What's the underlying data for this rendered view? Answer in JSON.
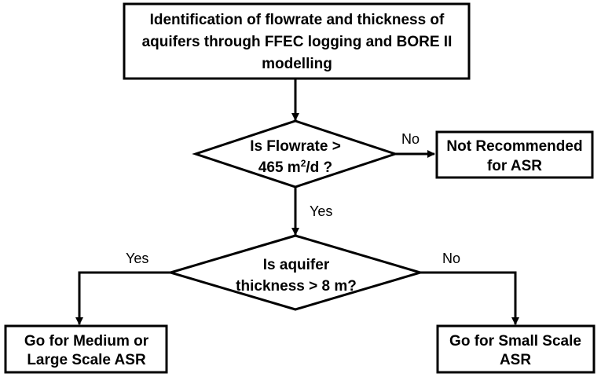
{
  "nodes": {
    "start": {
      "lines": [
        "Identification of flowrate and thickness of",
        "aquifers through FFEC logging and BORE II",
        "modelling"
      ]
    },
    "decision_flowrate": {
      "line1": "Is Flowrate >",
      "line2_prefix": "465 m",
      "line2_sup": "2",
      "line2_suffix": "/d ?"
    },
    "not_recommended": {
      "lines": [
        "Not Recommended",
        "for ASR"
      ]
    },
    "decision_thickness": {
      "lines": [
        "Is aquifer",
        "thickness > 8 m?"
      ]
    },
    "medium_large": {
      "lines": [
        "Go for Medium or",
        "Large Scale ASR"
      ]
    },
    "small_scale": {
      "lines": [
        "Go for Small Scale",
        "ASR"
      ]
    }
  },
  "edges": {
    "flowrate_no": "No",
    "flowrate_yes": "Yes",
    "thickness_yes": "Yes",
    "thickness_no": "No"
  }
}
